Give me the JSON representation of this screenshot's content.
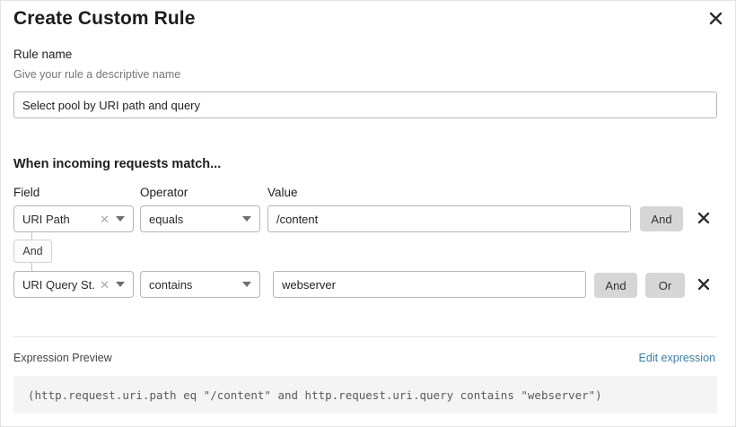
{
  "dialog": {
    "title": "Create Custom Rule",
    "close_icon": "close-icon"
  },
  "rule_name": {
    "label": "Rule name",
    "hint": "Give your rule a descriptive name",
    "value": "Select pool by URI path and query",
    "placeholder": "Enter rule name"
  },
  "match_section": {
    "heading": "When incoming requests match...",
    "column_headers": {
      "field": "Field",
      "operator": "Operator",
      "value": "Value"
    },
    "connector": {
      "label": "And"
    },
    "rows": [
      {
        "field": "URI Path",
        "field_clear_icon": "close-small-icon",
        "field_caret_icon": "chevron-down-icon",
        "operator": "equals",
        "operator_caret_icon": "chevron-down-icon",
        "value": "/content",
        "value_placeholder": "Enter value",
        "buttons": [
          "And"
        ],
        "remove_icon": "close-icon"
      },
      {
        "field": "URI Query St...",
        "field_clear_icon": "close-small-icon",
        "field_caret_icon": "chevron-down-icon",
        "operator": "contains",
        "operator_caret_icon": "chevron-down-icon",
        "value": "webserver",
        "value_placeholder": "Enter value",
        "buttons": [
          "And",
          "Or"
        ],
        "remove_icon": "close-icon"
      }
    ]
  },
  "expression_preview": {
    "label": "Expression Preview",
    "edit_link": "Edit expression",
    "code": "(http.request.uri.path eq \"/content\" and http.request.uri.query contains \"webserver\")"
  },
  "colors": {
    "accent_link": "#3b7fa6",
    "button_gray": "#d6d6d6",
    "code_background": "#f4f4f4",
    "border": "#b6b6b6"
  }
}
